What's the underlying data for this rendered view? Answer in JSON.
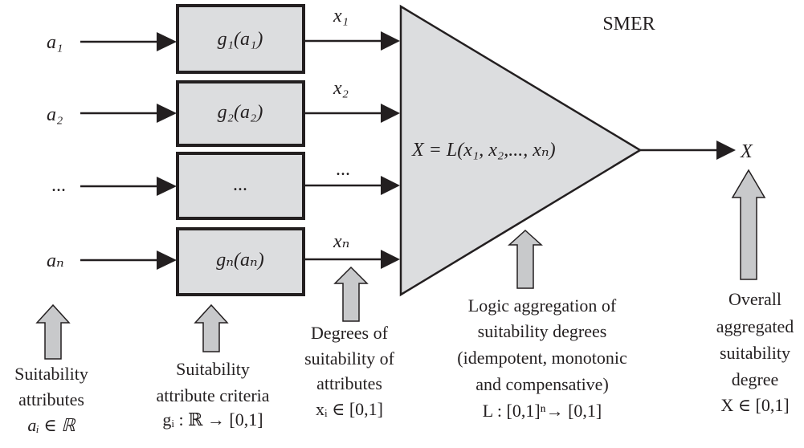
{
  "title": "SMER",
  "colors": {
    "box_fill": "#dcdddf",
    "arrow_fill": "#c8c9cb",
    "stroke": "#231f20"
  },
  "inputs": [
    "a₁",
    "a₂",
    "...",
    "aₙ"
  ],
  "criteria": [
    "g₁(a₁)",
    "g₂(a₂)",
    "...",
    "gₙ(aₙ)"
  ],
  "degrees": [
    "x₁",
    "x₂",
    "...",
    "xₙ"
  ],
  "formula": "X = L(x₁, x₂,..., xₙ)",
  "output": "X",
  "captions": {
    "attributes": [
      "Suitability",
      "attributes",
      "aᵢ ∈ ℝ"
    ],
    "criteria": [
      "Suitability",
      "attribute criteria",
      "gᵢ : ℝ → [0,1]"
    ],
    "degrees": [
      "Degrees of",
      "suitability of",
      "attributes",
      "xᵢ ∈ [0,1]"
    ],
    "aggregation": [
      "Logic aggregation of",
      "suitability degrees",
      "(idempotent, monotonic",
      "and compensative)",
      "L : [0,1]ⁿ→ [0,1]"
    ],
    "overall": [
      "Overall",
      "aggregated",
      "suitability",
      "degree",
      "X ∈ [0,1]"
    ]
  }
}
